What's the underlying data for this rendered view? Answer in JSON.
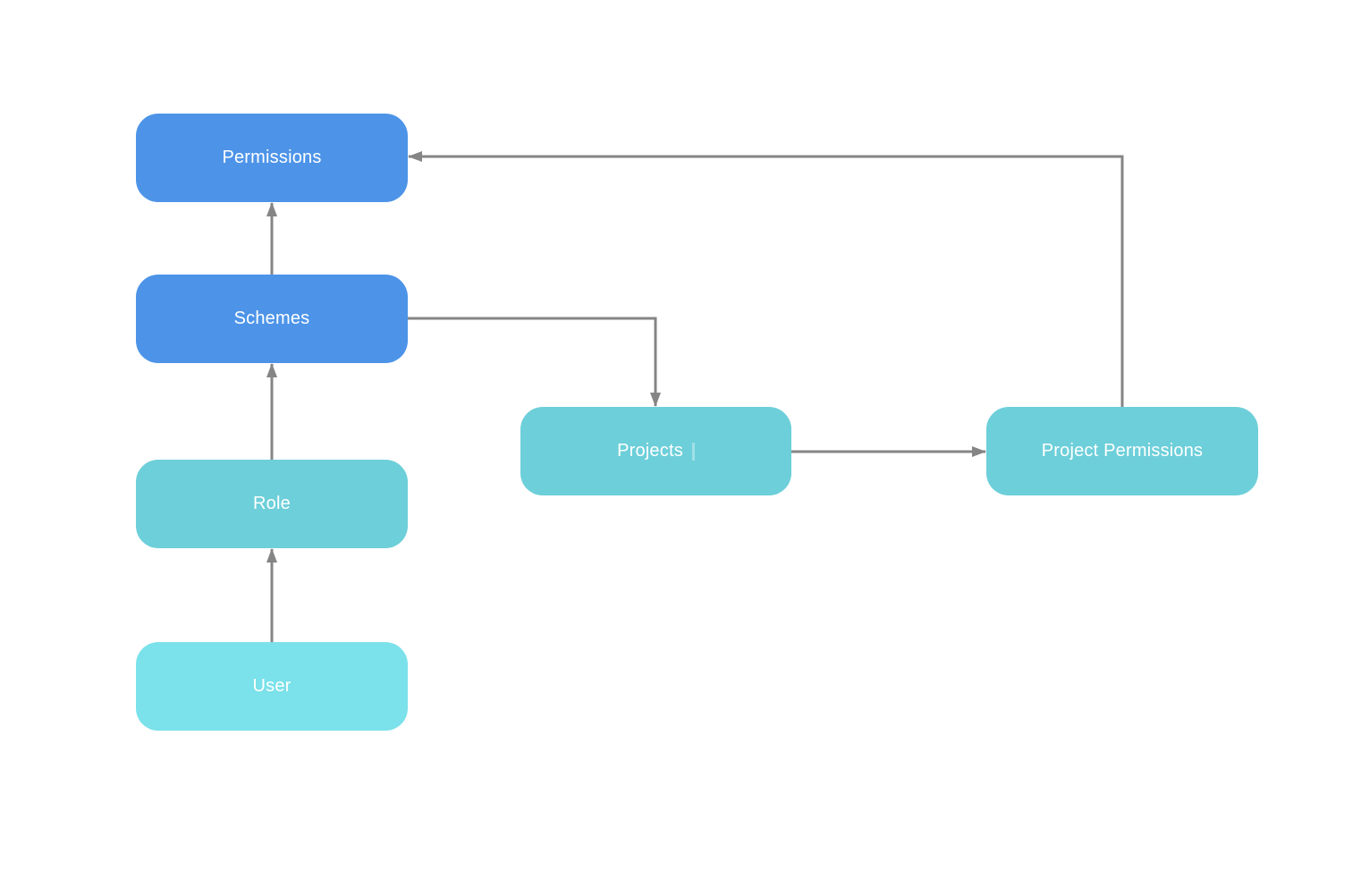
{
  "diagram": {
    "background": "#FFFFFF",
    "edge_color": "#858585",
    "nodes": [
      {
        "id": "permissions",
        "label": "Permissions",
        "fill": "#4D94E8",
        "text_color": "#FFFFFF"
      },
      {
        "id": "schemes",
        "label": "Schemes",
        "fill": "#4D94E8",
        "text_color": "#FFFFFF"
      },
      {
        "id": "role",
        "label": "Role",
        "fill": "#6DCFD9",
        "text_color": "#FFFFFF"
      },
      {
        "id": "user",
        "label": "User",
        "fill": "#7BE1EA",
        "text_color": "#FFFFFF"
      },
      {
        "id": "projects",
        "label": "Projects",
        "fill": "#6DCFD9",
        "text_color": "#FFFFFF"
      },
      {
        "id": "project-permissions",
        "label": "Project Permissions",
        "fill": "#6DCFD9",
        "text_color": "#FFFFFF"
      }
    ],
    "edges": [
      {
        "from": "user",
        "to": "role",
        "route": "up"
      },
      {
        "from": "role",
        "to": "schemes",
        "route": "up"
      },
      {
        "from": "schemes",
        "to": "permissions",
        "route": "up"
      },
      {
        "from": "schemes",
        "to": "projects",
        "route": "right-then-down"
      },
      {
        "from": "projects",
        "to": "project-permissions",
        "route": "right"
      },
      {
        "from": "project-permissions",
        "to": "permissions",
        "route": "up-then-left"
      }
    ]
  }
}
